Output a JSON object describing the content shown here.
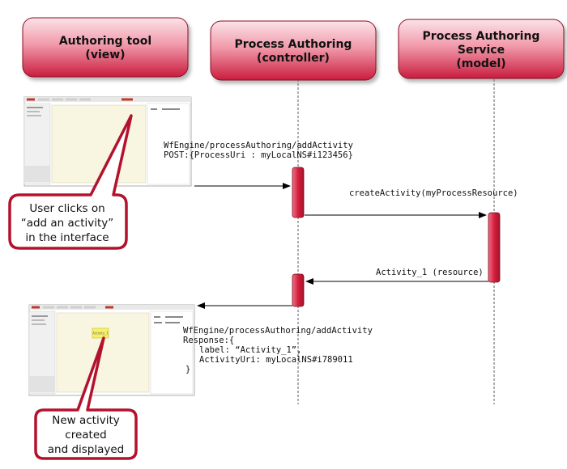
{
  "participants": [
    {
      "line1": "Authoring tool",
      "line2": "(view)",
      "line3": ""
    },
    {
      "line1": "Process Authoring",
      "line2": "(controller)",
      "line3": ""
    },
    {
      "line1": "Process Authoring",
      "line2": "Service",
      "line3": "(model)"
    }
  ],
  "messages": {
    "request": {
      "line1": "WfEngine/processAuthoring/addActivity",
      "line2": "POST:{ProcessUri : myLocalNS#i123456}"
    },
    "service_call": "createActivity(myProcessResource)",
    "service_return": "Activity_1 (resource)",
    "response": {
      "line1": "WfEngine/processAuthoring/addActivity",
      "line2": "Response:{",
      "line3": "label: “Activity_1”,",
      "line4": "ActivityUri: myLocalNS#i789011",
      "line5": "}"
    }
  },
  "callouts": {
    "user_action": [
      "User clicks on",
      "“add an activity”",
      "in the interface"
    ],
    "result": [
      "New activity",
      "created",
      "and displayed"
    ]
  },
  "thumbnails": {
    "after_node_label": "Activity_1"
  },
  "colors": {
    "box_fill_top": "#f7c6cf",
    "box_fill_bottom": "#c91d3e",
    "activation": "#d6203f",
    "callout_border": "#b3122d"
  }
}
